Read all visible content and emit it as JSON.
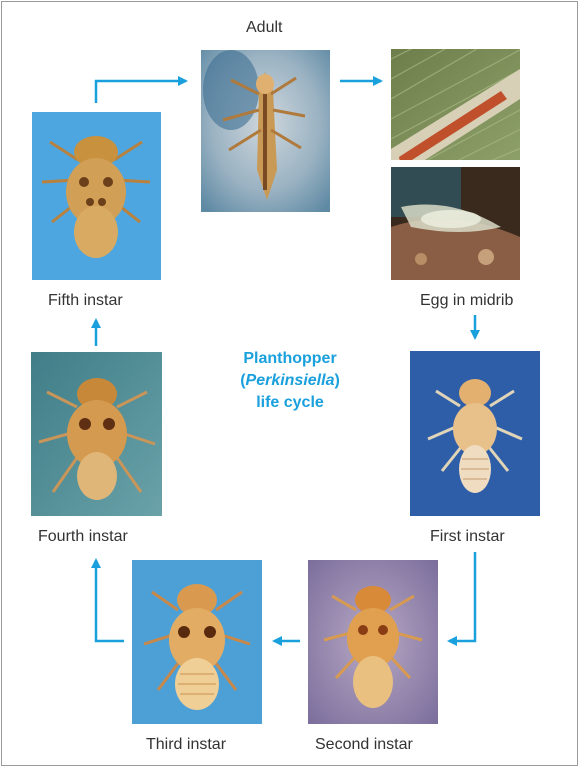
{
  "diagram": {
    "title_line1": "Planthopper",
    "title_paren_open": "(",
    "title_genus": "Perkinsiella",
    "title_paren_close": ")",
    "title_line3": "life cycle",
    "accent_color": "#1aa0dc",
    "stages": {
      "adult": "Adult",
      "egg": "Egg in midrib",
      "first": "First instar",
      "second": "Second instar",
      "third": "Third instar",
      "fourth": "Fourth instar",
      "fifth": "Fifth instar"
    }
  }
}
